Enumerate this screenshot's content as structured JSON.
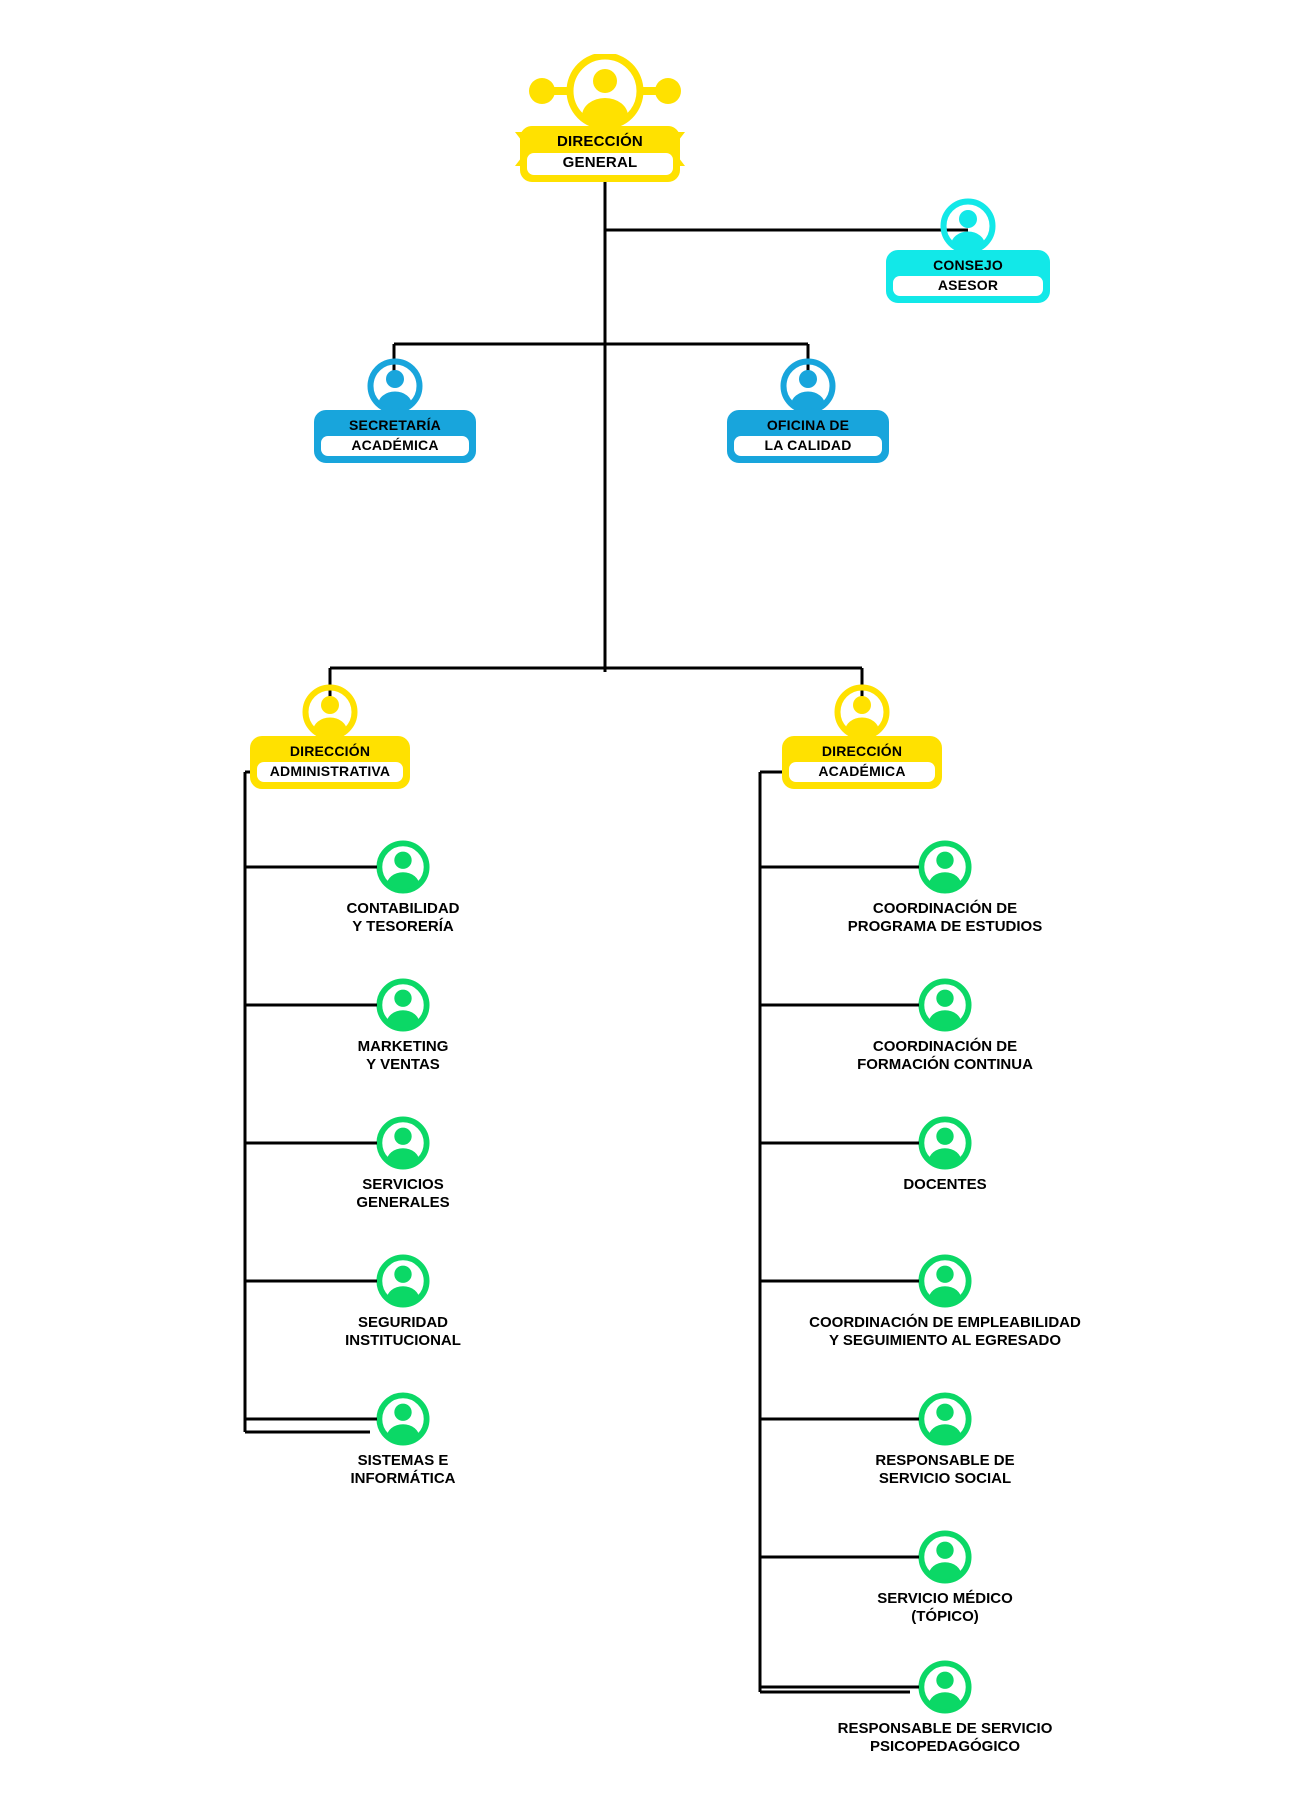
{
  "meta": {
    "title": "Organigrama institucional",
    "type": "organizational-chart"
  },
  "colors": {
    "yellow": "#FFE100",
    "cyan": "#12E8E8",
    "blue": "#18A5DC",
    "green": "#0BD866",
    "line": "#000000",
    "text": "#000000",
    "background": "#FFFFFF"
  },
  "nodes": {
    "root": {
      "line1": "DIRECCIÓN",
      "line2": "GENERAL",
      "color": "yellow",
      "icon": "person-icon"
    },
    "advisor": {
      "line1": "CONSEJO",
      "line2": "ASESOR",
      "color": "cyan",
      "icon": "person-icon"
    },
    "staff": [
      {
        "line1": "SECRETARÍA",
        "line2": "ACADÉMICA",
        "color": "blue",
        "icon": "person-icon"
      },
      {
        "line1": "OFICINA DE",
        "line2": "LA CALIDAD",
        "color": "blue",
        "icon": "person-icon"
      }
    ],
    "divisions": [
      {
        "line1": "DIRECCIÓN",
        "line2": "ADMINISTRATIVA",
        "color": "yellow",
        "icon": "person-icon",
        "children": [
          {
            "label": "CONTABILIDAD\nY TESORERÍA",
            "icon": "person-icon",
            "color": "green"
          },
          {
            "label": "MARKETING\nY VENTAS",
            "icon": "person-icon",
            "color": "green"
          },
          {
            "label": "SERVICIOS\nGENERALES",
            "icon": "person-icon",
            "color": "green"
          },
          {
            "label": "SEGURIDAD\nINSTITUCIONAL",
            "icon": "person-icon",
            "color": "green"
          },
          {
            "label": "SISTEMAS E\nINFORMÁTICA",
            "icon": "person-icon",
            "color": "green"
          }
        ]
      },
      {
        "line1": "DIRECCIÓN",
        "line2": "ACADÉMICA",
        "color": "yellow",
        "icon": "person-icon",
        "children": [
          {
            "label": "COORDINACIÓN DE\nPROGRAMA DE ESTUDIOS",
            "icon": "person-icon",
            "color": "green"
          },
          {
            "label": "COORDINACIÓN DE\nFORMACIÓN CONTINUA",
            "icon": "person-icon",
            "color": "green"
          },
          {
            "label": "DOCENTES",
            "icon": "person-icon",
            "color": "green"
          },
          {
            "label": "COORDINACIÓN DE EMPLEABILIDAD\nY SEGUIMIENTO AL EGRESADO",
            "icon": "person-icon",
            "color": "green"
          },
          {
            "label": "RESPONSABLE DE\nSERVICIO SOCIAL",
            "icon": "person-icon",
            "color": "green"
          },
          {
            "label": "SERVICIO MÉDICO\n(TÓPICO)",
            "icon": "person-icon",
            "color": "green"
          },
          {
            "label": "RESPONSABLE DE SERVICIO\nPSICOPEDAGÓGICO",
            "icon": "person-icon",
            "color": "green"
          }
        ]
      }
    ]
  }
}
